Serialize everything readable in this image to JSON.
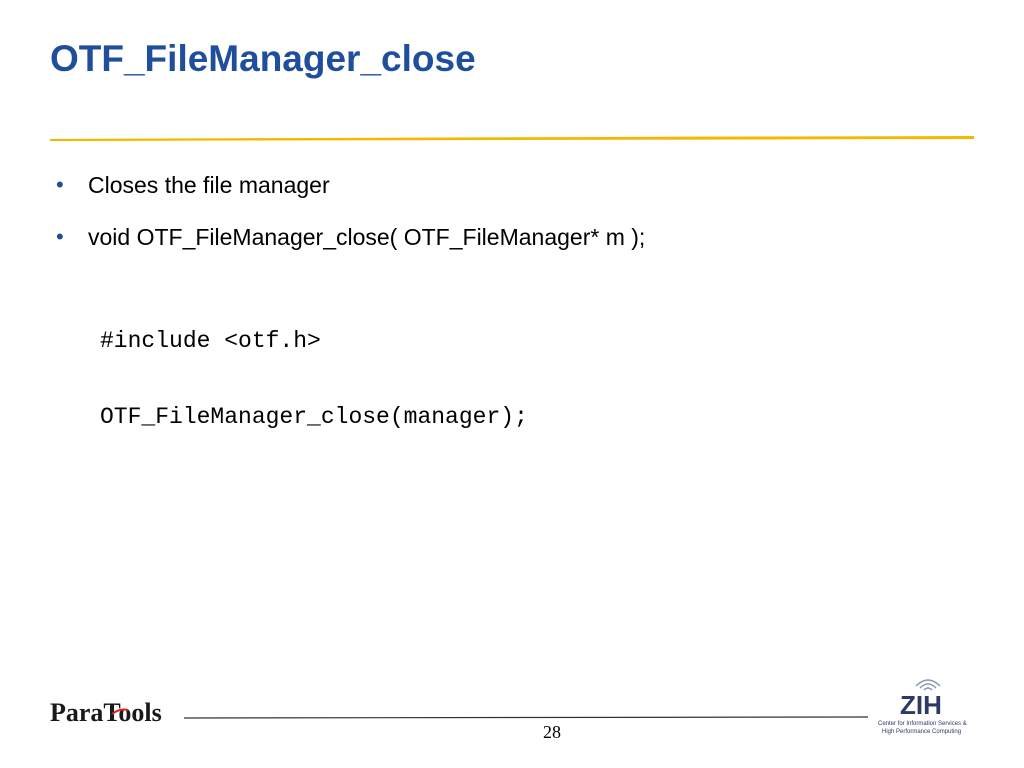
{
  "slide": {
    "title": "OTF_FileManager_close",
    "title_color": "#1f4e9c",
    "accent_rule_color": "#f5b800",
    "bullets": [
      {
        "text": "Closes the file manager"
      },
      {
        "text": "void OTF_FileManager_close( OTF_FileManager* m );"
      }
    ],
    "code_lines": [
      "#include <otf.h>",
      "OTF_FileManager_close(manager);"
    ]
  },
  "footer": {
    "left_logo_text": "ParaTools",
    "page_number": "28",
    "right_logo": {
      "name": "ZIH",
      "caption_line_1": "Center for Information Services &",
      "caption_line_2": "High Performance Computing"
    }
  }
}
